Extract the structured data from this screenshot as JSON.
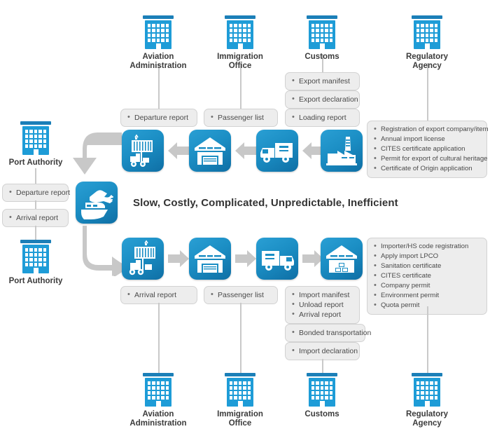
{
  "diagram": {
    "caption": "Slow, Costly, Complicated, Unpredictable, Inefficient"
  },
  "top_agencies": [
    {
      "name": "aviation-administration",
      "label": "Aviation\nAdministration"
    },
    {
      "name": "immigration-office",
      "label": "Immigration\nOffice"
    },
    {
      "name": "customs",
      "label": "Customs"
    },
    {
      "name": "regulatory-agency",
      "label": "Regulatory\nAgency"
    }
  ],
  "bottom_agencies": [
    {
      "name": "aviation-administration",
      "label": "Aviation\nAdministration"
    },
    {
      "name": "immigration-office",
      "label": "Immigration\nOffice"
    },
    {
      "name": "customs",
      "label": "Customs"
    },
    {
      "name": "regulatory-agency",
      "label": "Regulatory\nAgency"
    }
  ],
  "left_agencies": [
    {
      "name": "port-authority-top",
      "label": "Port Authority"
    },
    {
      "name": "port-authority-bottom",
      "label": "Port Authority"
    }
  ],
  "left_notes": [
    {
      "name": "departure-report",
      "items": [
        "Departure report"
      ]
    },
    {
      "name": "arrival-report",
      "items": [
        "Arrival report"
      ]
    }
  ],
  "export_notes": {
    "departure_report": [
      "Departure report"
    ],
    "passenger_list": [
      "Passenger list"
    ],
    "export_manifest": [
      "Export manifest"
    ],
    "export_declaration": [
      "Export declaration"
    ],
    "loading_report": [
      "Loading report"
    ],
    "regulatory_requirements": [
      "Registration of export company/item",
      "Annual import license",
      "CITES certificate application",
      "Permit for export of cultural heritage",
      "Certificate of Origin application"
    ]
  },
  "import_notes": {
    "arrival_report": [
      "Arrival report"
    ],
    "passenger_list": [
      "Passenger list"
    ],
    "manifest_group": [
      "Import manifest",
      "Unload report",
      "Arrival report"
    ],
    "bonded_transportation": [
      "Bonded transportation"
    ],
    "import_declaration": [
      "Import declaration"
    ],
    "regulatory_requirements": [
      "Importer/HS code registration",
      "Apply import LPCO",
      "Sanitation certificate",
      "CITES certificate",
      "Company permit",
      "Environment permit",
      "Quota permit"
    ]
  },
  "export_chain": [
    {
      "name": "forklift-container-icon"
    },
    {
      "name": "warehouse-icon"
    },
    {
      "name": "truck-icon"
    },
    {
      "name": "factory-icon"
    }
  ],
  "import_chain": [
    {
      "name": "forklift-container-icon"
    },
    {
      "name": "warehouse-icon"
    },
    {
      "name": "truck-icon"
    },
    {
      "name": "warehouse-storage-icon"
    }
  ],
  "hub": {
    "name": "air-sea-transport-icon"
  },
  "colors": {
    "tile_blue": "#1b8ec4",
    "building_blue": "#1e9cd7",
    "building_roof": "#1b7fb8",
    "arrow_gray": "#c8c8c8",
    "note_bg": "#ededed",
    "note_border": "#d2d2d2",
    "line_gray": "#c9c9c9",
    "text": "#3b3b3b"
  }
}
